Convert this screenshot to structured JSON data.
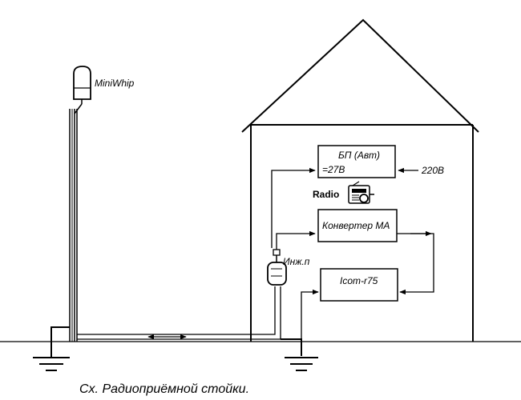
{
  "labels": {
    "antenna": "MiniWhip",
    "power_supply_title": "БП  (Авт)",
    "power_supply_voltage": "=27В",
    "mains": "220В",
    "radio_logo_text": "Radio",
    "converter": "Конвертер МА",
    "injector": "Инж.п",
    "receiver": "Icom-r75",
    "caption": "Сх. Радиоприёмной стойки."
  }
}
